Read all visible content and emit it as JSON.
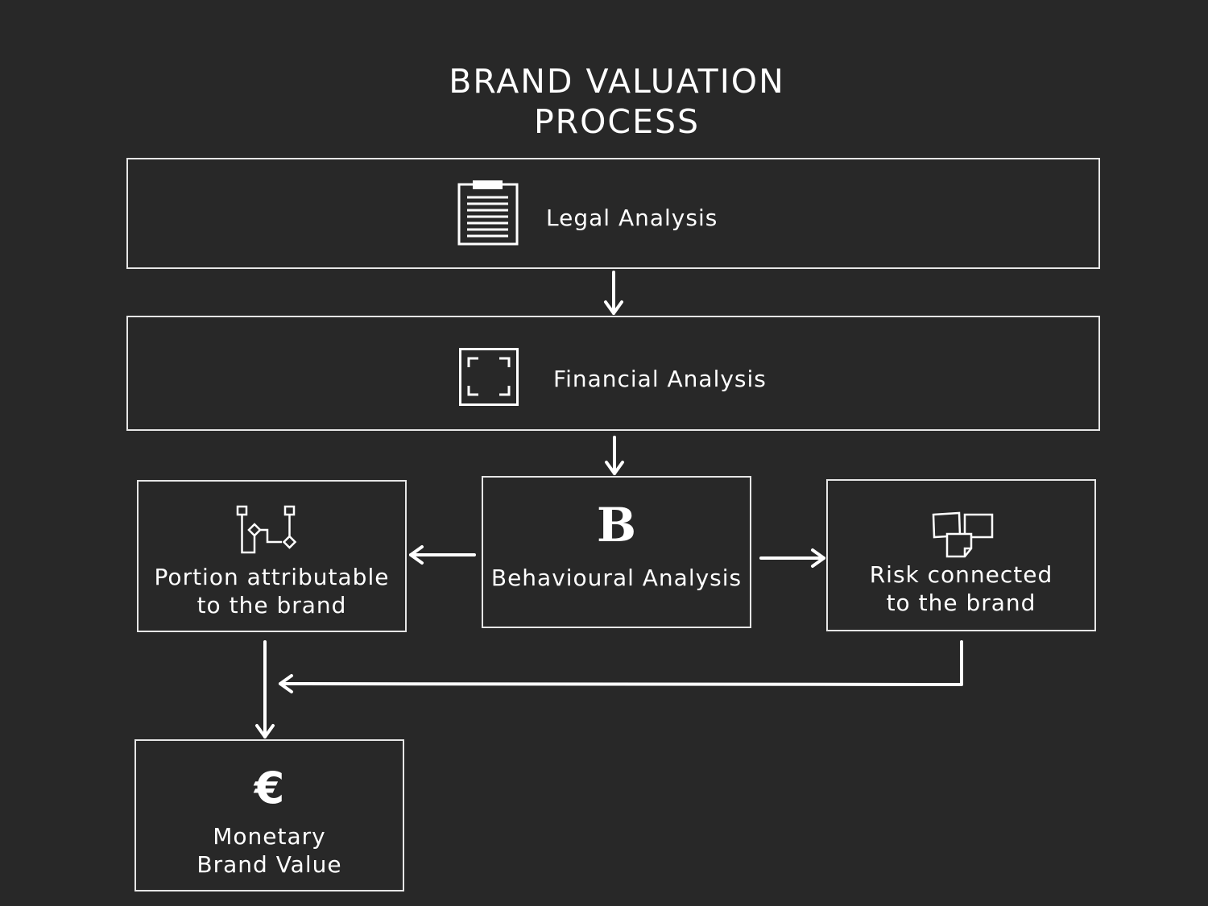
{
  "title": {
    "line1": "BRAND VALUATION",
    "line2": "PROCESS"
  },
  "nodes": {
    "legal": {
      "label": "Legal Analysis",
      "icon": "clipboard-icon"
    },
    "financial": {
      "label": "Financial Analysis",
      "icon": "frame-corners-icon"
    },
    "behavioural": {
      "label": "Behavioural Analysis",
      "icon": "letter-b-icon",
      "icon_text": "B"
    },
    "portion": {
      "line1": "Portion attributable",
      "line2": "to the brand",
      "icon": "flowchart-icon"
    },
    "risk": {
      "line1": "Risk connected",
      "line2": "to the brand",
      "icon": "sticky-notes-icon"
    },
    "monetary": {
      "line1": "Monetary",
      "line2": "Brand Value",
      "icon": "euro-icon",
      "icon_text": "€"
    }
  },
  "colors": {
    "background": "#282828",
    "stroke": "#e6e6e6",
    "text": "#ffffff"
  }
}
